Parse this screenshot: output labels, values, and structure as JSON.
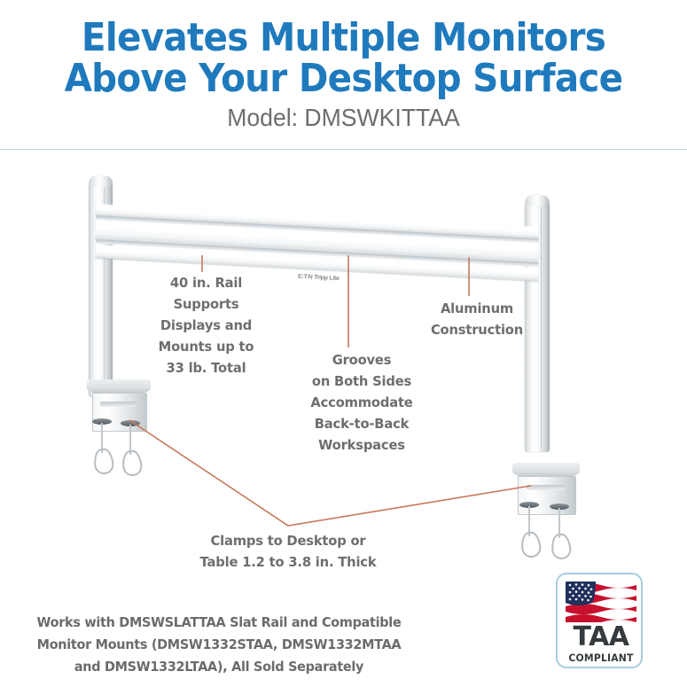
{
  "header": {
    "title_line_1": "Elevates Multiple Monitors",
    "title_line_2": "Above Your Desktop Surface",
    "subtitle": "Model: DMSWKITTAA",
    "title_color": "#1f7abd",
    "subtitle_color": "#6d6d6d",
    "divider_color": "#bcd9e8"
  },
  "callouts": {
    "rail": "40 in. Rail\nSupports\nDisplays and\nMounts up to\n33 lb. Total",
    "grooves": "Grooves\non Both Sides\nAccommodate\nBack-to-Back\nWorkspaces",
    "aluminum": "Aluminum\nConstruction",
    "clamps": "Clamps to Desktop or\nTable 1.2 to 3.8 in. Thick",
    "text_color": "#6e6e6e",
    "leader_color": "#c8785a"
  },
  "product": {
    "rail_logo": "E:T:N  Tripp Lite"
  },
  "footer": {
    "compatibility_note": "Works with DMSWSLATTAA Slat Rail and Compatible\nMonitor Mounts (DMSW1332STAA, DMSW1332MTAA\nand DMSW1332LTAA), All Sold Separately",
    "text_color": "#6b6b6b"
  },
  "badge": {
    "main_label": "TAA",
    "sub_label": "COMPLIANT",
    "border_color": "#a9cde0",
    "flag_red": "#c8102e",
    "flag_blue": "#21305b"
  }
}
